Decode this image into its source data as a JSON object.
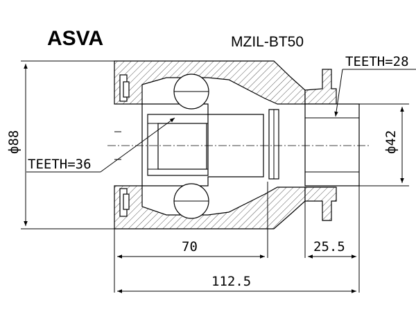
{
  "header": {
    "brand": "ASVA",
    "part_number": "MZIL-BT50"
  },
  "labels": {
    "teeth_outer": "TEETH=28",
    "teeth_inner": "TEETH=36"
  },
  "dimensions": {
    "outer_diameter": "ф88",
    "shaft_diameter": "ф42",
    "body_length": "70",
    "shaft_length": "25.5",
    "total_length": "112.5"
  },
  "colors": {
    "line": "#000000",
    "background": "#ffffff"
  }
}
